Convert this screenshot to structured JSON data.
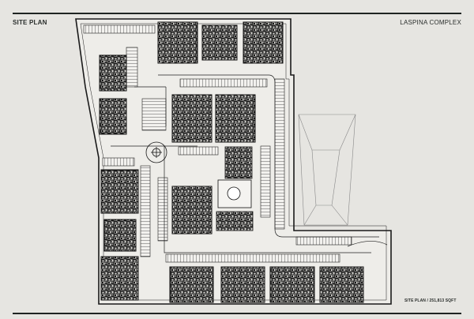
{
  "header": {
    "left_title": "SITE PLAN",
    "right_title": "LASPINA COMPLEX"
  },
  "footer": {
    "caption": "SITE PLAN / 251,813 SQFT"
  },
  "colors": {
    "background": "#e6e5e1",
    "ink": "#1f2422"
  }
}
